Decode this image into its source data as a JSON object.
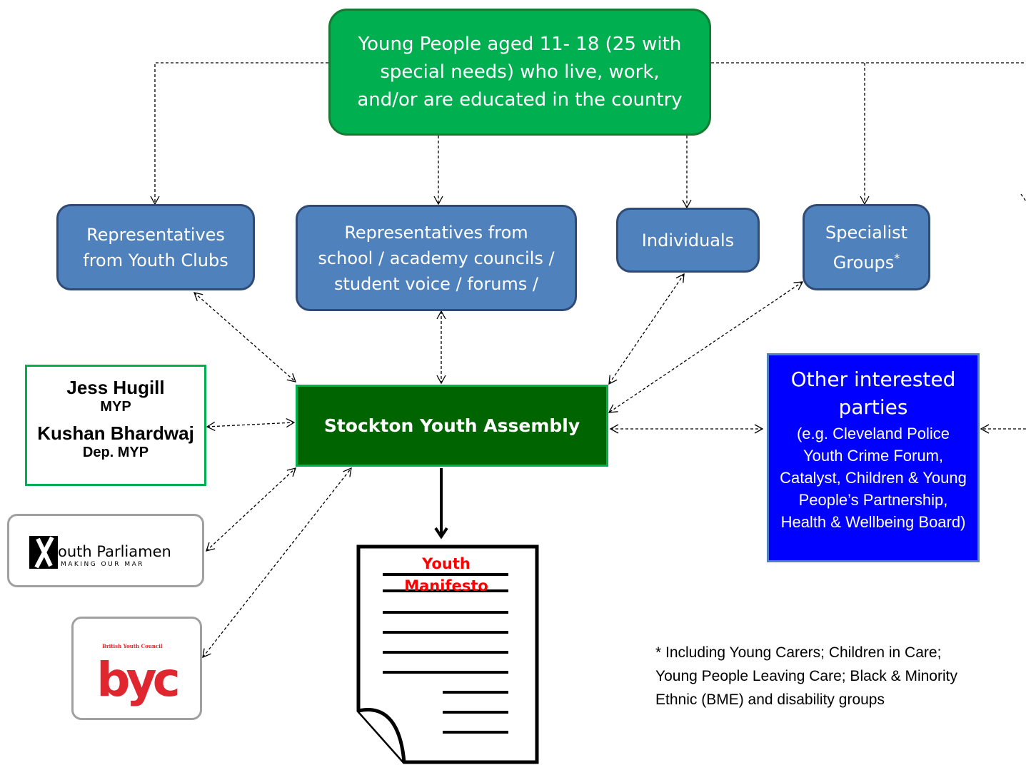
{
  "top_box": {
    "line1": "Young People aged 11- 18 (25 with",
    "line2": "special needs) who live, work,",
    "line3": "and/or are educated in the country"
  },
  "groups": {
    "youth_clubs": {
      "line1": "Representatives",
      "line2": "from Youth Clubs"
    },
    "school": {
      "line1": "Representatives from",
      "line2": "school / academy councils /",
      "line3": "student voice / forums /"
    },
    "individuals": {
      "label": "Individuals"
    },
    "specialist": {
      "line1": "Specialist",
      "line2": "Groups",
      "mark": "*"
    }
  },
  "assembly": {
    "label": "Stockton Youth Assembly"
  },
  "other_parties": {
    "title_line1": "Other interested",
    "title_line2": "parties",
    "detail": "(e.g. Cleveland Police Youth Crime Forum, Catalyst, Children & Young People’s Partnership, Health & Wellbeing Board)"
  },
  "myp": {
    "name1": "Jess Hugill",
    "role1": "MYP",
    "name2": "Kushan Bhardwaj",
    "role2": "Dep. MYP"
  },
  "youth_parliament_logo": {
    "main_text": "outh Parliamen",
    "tagline": "MAKING OUR MAR"
  },
  "byc_logo": {
    "caption": "British Youth Council",
    "letters": "byc"
  },
  "manifesto": {
    "line1": "Youth",
    "line2": "Manifesto"
  },
  "footnote": {
    "line1": "* Including Young Carers; Children in Care;",
    "line2": "Young People Leaving Care; Black & Minority",
    "line3": "Ethnic (BME) and disability groups"
  },
  "colors": {
    "top_green": "#00b050",
    "assembly_green": "#006400",
    "group_blue": "#4f81bd",
    "other_blue": "#0000ff",
    "manifesto_red": "#ff0000",
    "byc_red": "#e0262f"
  }
}
